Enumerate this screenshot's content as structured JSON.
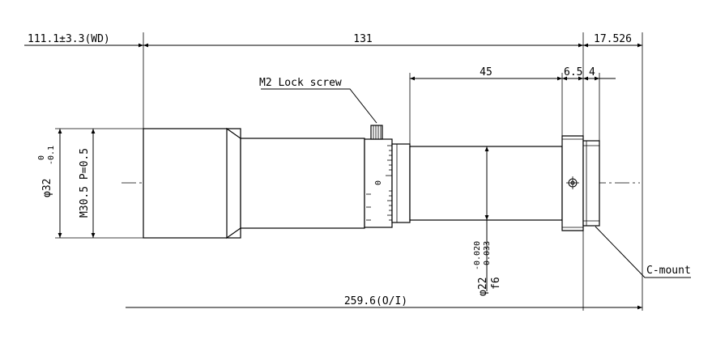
{
  "dimensions": {
    "wd": "111.1±3.3(WD)",
    "length_131": "131",
    "flange": "17.526",
    "len_45": "45",
    "len_6_5": "6.5",
    "len_4": "4",
    "overall": "259.6(O/I)"
  },
  "callouts": {
    "lock_screw": "M2 Lock screw",
    "c_mount": "C-mount"
  },
  "diameters": {
    "d32_main": "φ32",
    "d32_tol_upper": "0",
    "d32_tol_lower": "-0.1",
    "thread": "M30.5 P=0.5",
    "d22_main": "φ22",
    "d22_tol_upper": "-0.020",
    "d22_tol_lower": "-0.033",
    "d22_fit": "f6"
  },
  "scale_marks": {
    "zero": "0"
  }
}
